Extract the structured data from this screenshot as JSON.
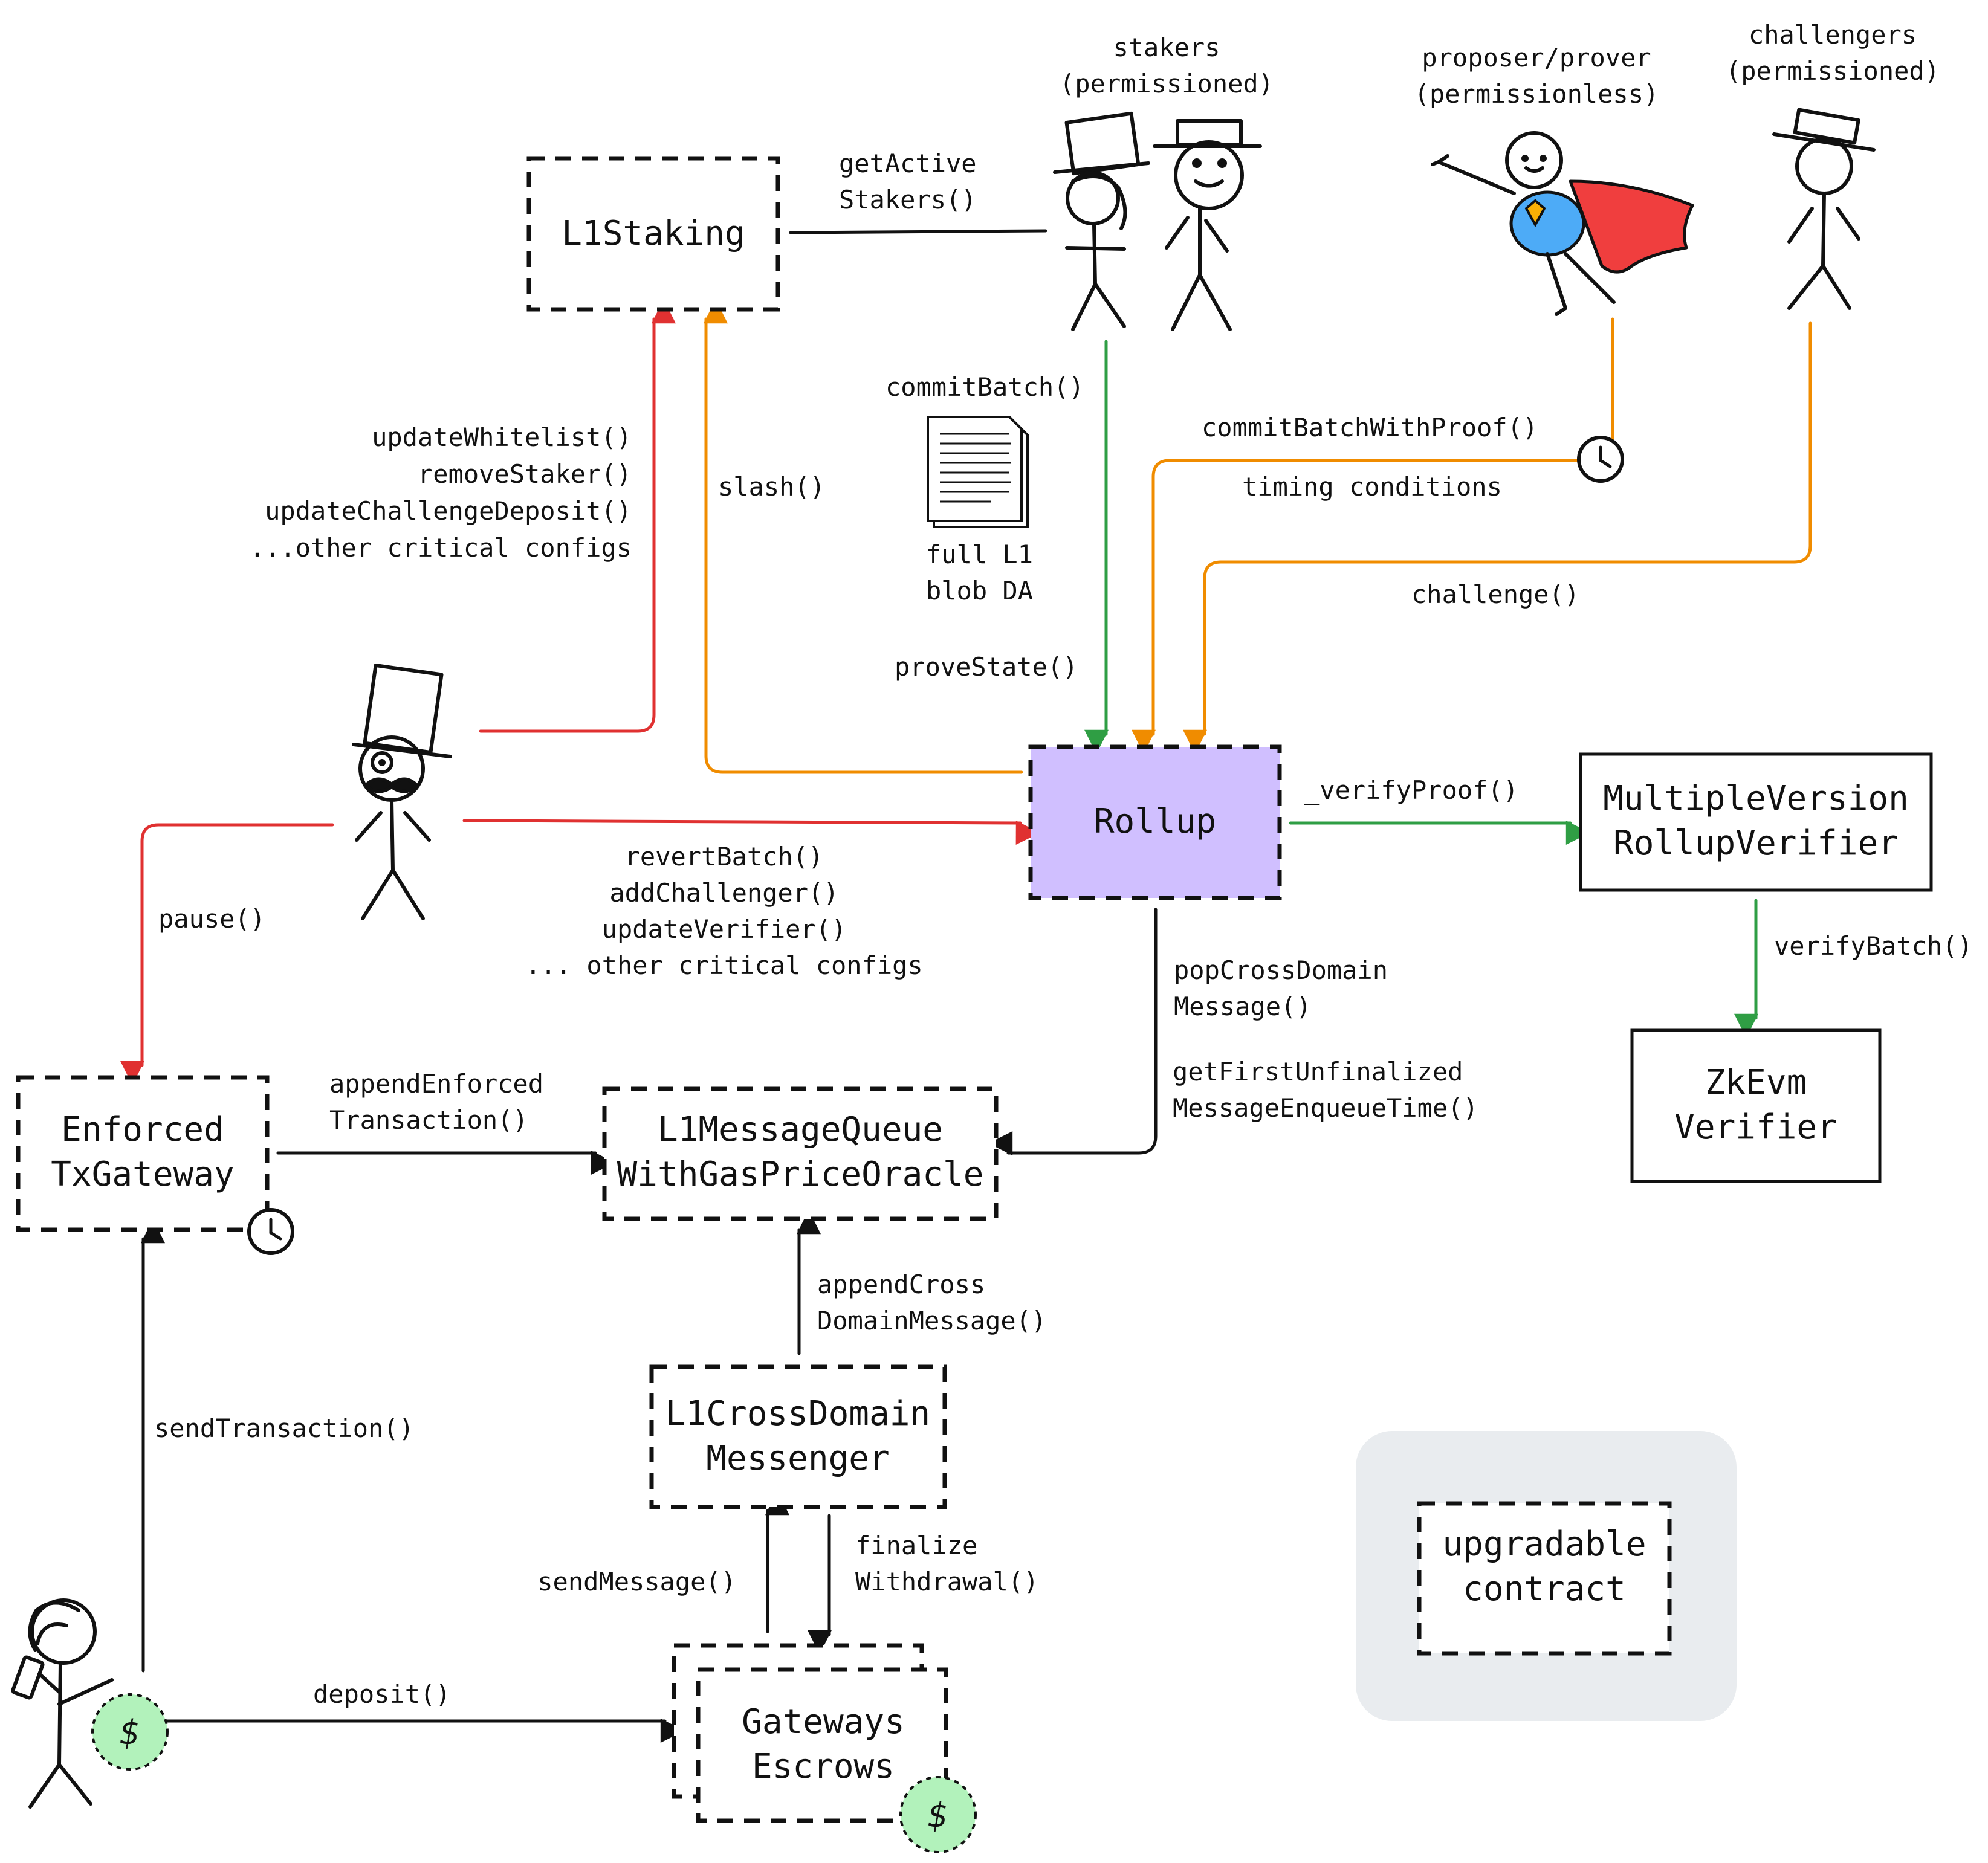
{
  "colors": {
    "red": "#e03131",
    "orange": "#f08c00",
    "green": "#2f9e44",
    "black": "#111111",
    "rollup_fill": "#d0bfff",
    "coin_fill": "#b2f2bb",
    "legend_bg": "#e9ecef"
  },
  "actors": {
    "stakers": "stakers\n(permissioned)",
    "proposer": "proposer/prover\n(permissionless)",
    "challengers": "challengers\n(permissioned)"
  },
  "boxes": {
    "l1staking": "L1Staking",
    "rollup": "Rollup",
    "verifier": "MultipleVersion\nRollupVerifier",
    "zkevm": "ZkEvm\nVerifier",
    "enforced": "Enforced\nTxGateway",
    "queue": "L1MessageQueue\nWithGasPriceOracle",
    "messenger": "L1CrossDomain\nMessenger",
    "gateways": "Gateways\nEscrows"
  },
  "labels": {
    "get_active_stakers": "getActive\nStakers()",
    "commit_batch": "commitBatch()",
    "blob_da": "full L1\nblob DA",
    "prove_state": "proveState()",
    "commit_with_proof": "commitBatchWithProof()",
    "timing": "timing conditions",
    "challenge": "challenge()",
    "owner_staking": "updateWhitelist()\nremoveStaker()\nupdateChallengeDeposit()\n...other critical configs",
    "slash": "slash()",
    "owner_rollup": "revertBatch()\naddChallenger()\nupdateVerifier()\n... other critical configs",
    "pause": "pause()",
    "verify_proof": "_verifyProof()",
    "verify_batch": "verifyBatch()",
    "pop_message": "popCrossDomain\nMessage()",
    "first_unfinalized": "getFirstUnfinalized\nMessageEnqueueTime()",
    "append_enforced": "appendEnforced\nTransaction()",
    "append_cross": "appendCross\nDomainMessage()",
    "send_transaction": "sendTransaction()",
    "send_message": "sendMessage()",
    "finalize_withdrawal": "finalize\nWithdrawal()",
    "deposit": "deposit()",
    "dollar": "$"
  },
  "legend": {
    "text": "upgradable\ncontract"
  }
}
